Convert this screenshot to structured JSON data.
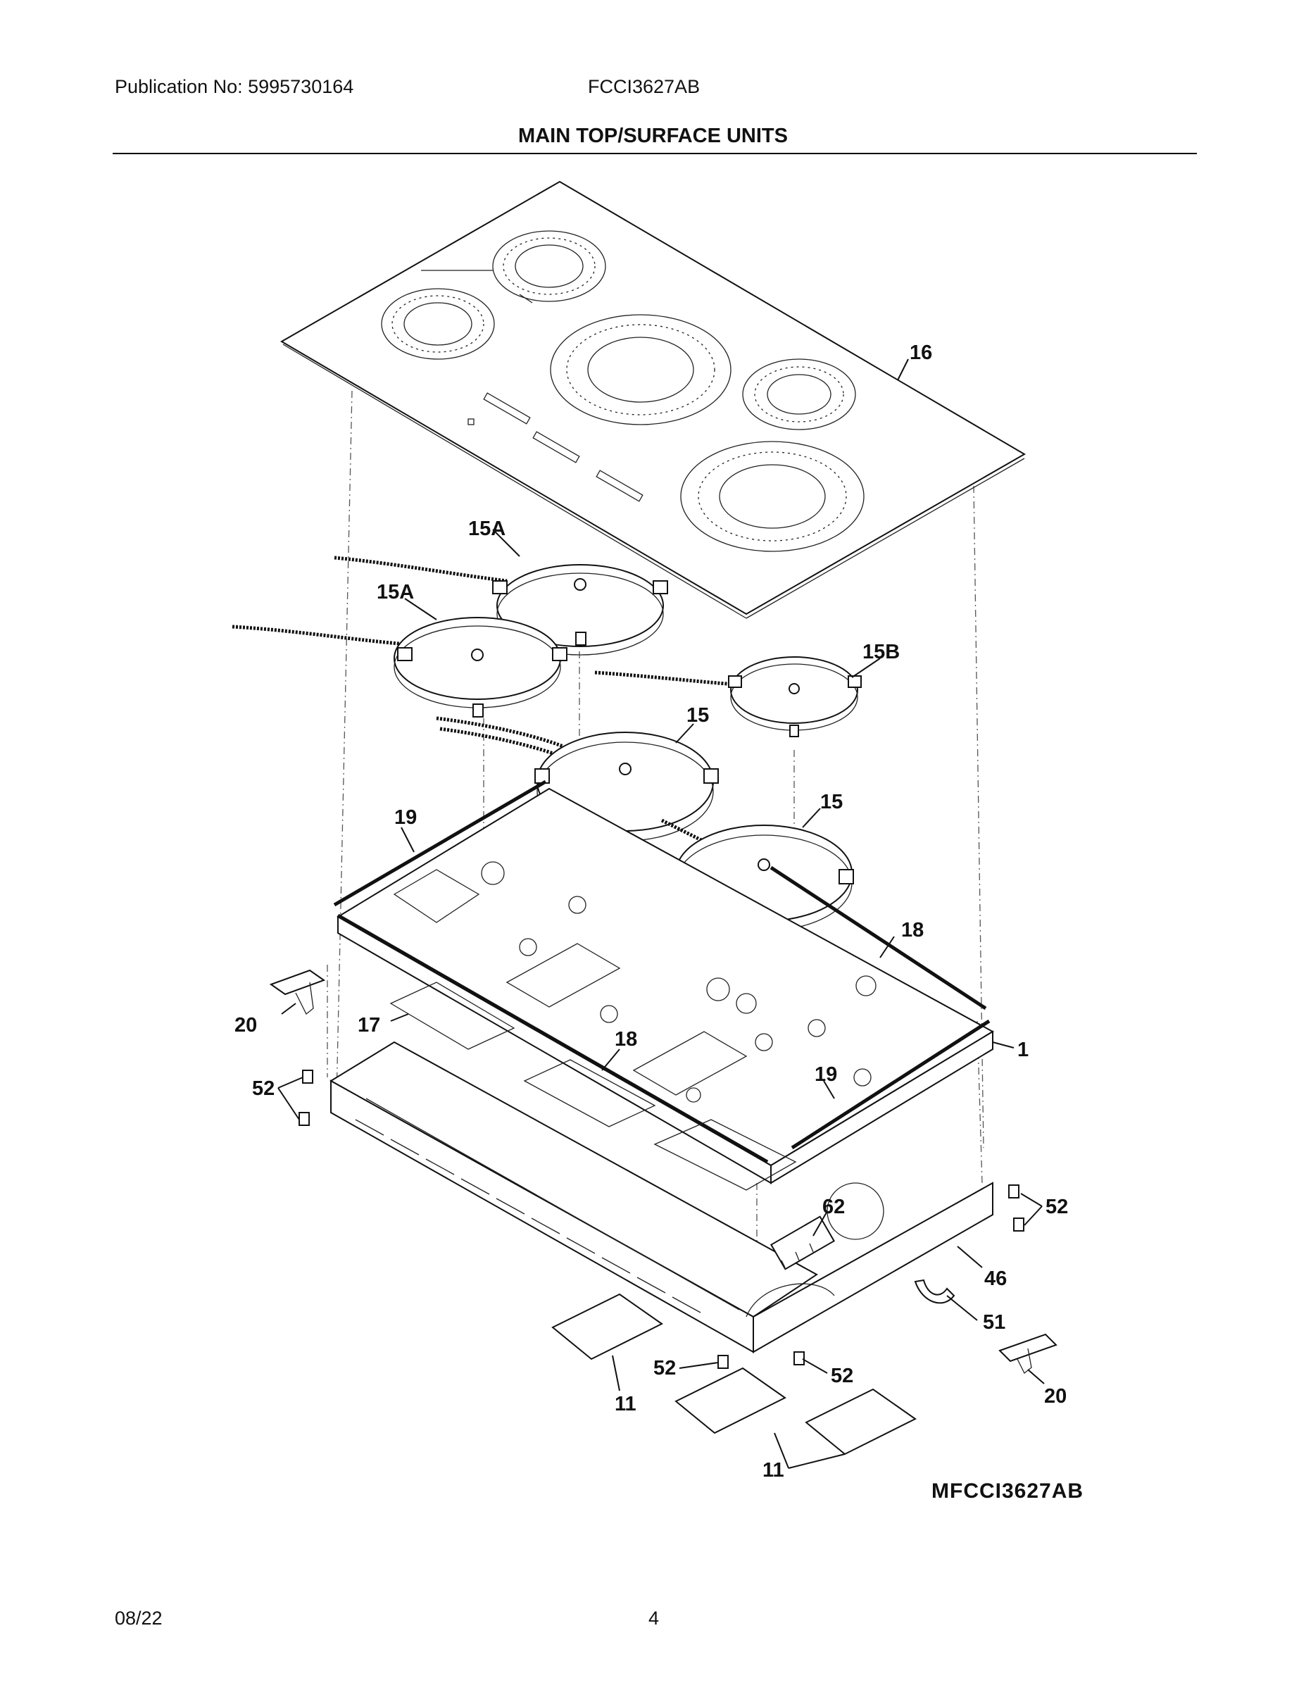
{
  "header": {
    "publication": "Publication No: 5995730164",
    "model": "FCCI3627AB",
    "section_title": "MAIN TOP/SURFACE UNITS"
  },
  "diagram": {
    "code": "MFCCI3627AB",
    "callouts": [
      "16",
      "15A",
      "15A",
      "15B",
      "15",
      "15",
      "19",
      "18",
      "17",
      "18",
      "19",
      "1",
      "20",
      "52",
      "62",
      "52",
      "46",
      "51",
      "52",
      "52",
      "11",
      "11",
      "20"
    ]
  },
  "footer": {
    "date": "08/22",
    "page": "4"
  }
}
